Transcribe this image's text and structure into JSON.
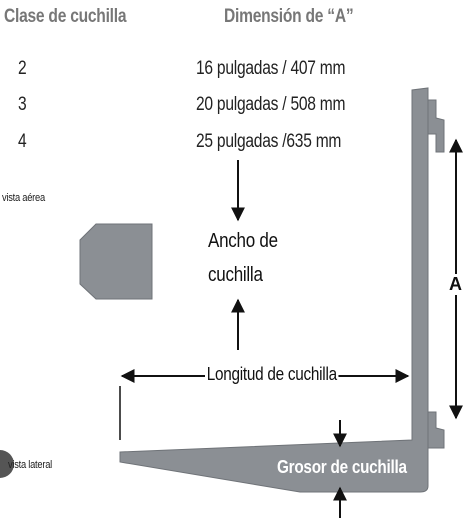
{
  "table": {
    "header_class": "Clase de cuchilla",
    "header_dim": "Dimensión de “A”",
    "rows": [
      {
        "class": "2",
        "dim": "16 pulgadas / 407 mm"
      },
      {
        "class": "3",
        "dim": "20 pulgadas / 508 mm"
      },
      {
        "class": "4",
        "dim": "25 pulgadas /635 mm"
      }
    ]
  },
  "views": {
    "top": "vista aérea",
    "side": "vista lateral"
  },
  "labels": {
    "width_line1": "Ancho de",
    "width_line2": "cuchilla",
    "length": "Longitud de cuchilla",
    "thickness": "Grosor de cuchilla",
    "a": "A"
  },
  "colors": {
    "blade": "#8b8f94",
    "blade_edge": "#6f7378",
    "arrow": "#111111",
    "header": "#777777"
  }
}
